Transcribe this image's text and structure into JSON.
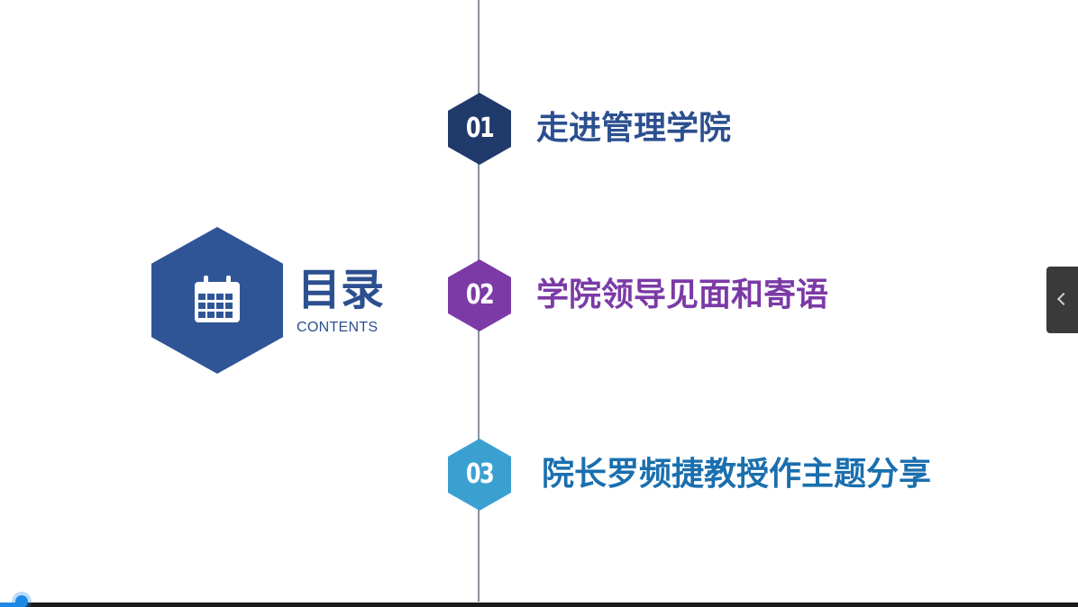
{
  "colors": {
    "heading": "#2c4f8f",
    "item1": "#1f3a6b",
    "item2": "#7b3aa6",
    "item3": "#3aa0d2",
    "item1_text": "#2c4f8f",
    "item2_text": "#7b3aa6",
    "item3_text": "#1a6fae",
    "big_hex": "#2f5597"
  },
  "heading": {
    "title": "目录",
    "subtitle": "CONTENTS",
    "icon": "calendar-icon"
  },
  "items": [
    {
      "number": "01",
      "label": "走进管理学院"
    },
    {
      "number": "02",
      "label": "学院领导见面和寄语"
    },
    {
      "number": "03",
      "label": "院长罗频捷教授作主题分享"
    }
  ],
  "controls": {
    "side_tab_icon": "chevron-left-icon",
    "progress": 0.02
  }
}
